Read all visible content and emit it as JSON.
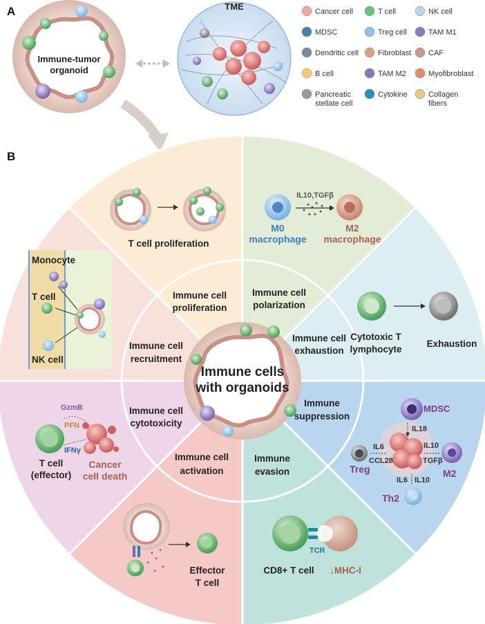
{
  "panel_a": {
    "letter": "A",
    "organoid_label_1": "Immune-tumor",
    "organoid_label_2": "organoid",
    "tme_label": "TME",
    "legend": [
      {
        "label": "Cancer cell",
        "icon": "cancer-cell-icon",
        "color": "#f4a7a3"
      },
      {
        "label": "T cell",
        "icon": "t-cell-icon",
        "color": "#6fbf7b"
      },
      {
        "label": "NK cell",
        "icon": "nk-cell-icon",
        "color": "#b7d4ea"
      },
      {
        "label": "MDSC",
        "icon": "mdsc-icon",
        "color": "#4a7fa6"
      },
      {
        "label": "Treg cell",
        "icon": "treg-cell-icon",
        "color": "#8fc2ea"
      },
      {
        "label": "TAM M1",
        "icon": "tam-m1-icon",
        "color": "#8a7bbd"
      },
      {
        "label": "Dendritic cell",
        "icon": "dendritic-cell-icon",
        "color": "#7a8a96"
      },
      {
        "label": "Fibroblast",
        "icon": "fibroblast-icon",
        "color": "#d9a07a"
      },
      {
        "label": "CAF",
        "icon": "caf-icon",
        "color": "#c99a8c"
      },
      {
        "label": "B cell",
        "icon": "b-cell-icon",
        "color": "#f6c978"
      },
      {
        "label": "TAM M2",
        "icon": "tam-m2-icon",
        "color": "#8779b8"
      },
      {
        "label": "Myofibroblast",
        "icon": "myofibroblast-icon",
        "color": "#e8896a"
      },
      {
        "label": "Pancreatic",
        "label2": "stellate cell",
        "icon": "stellate-cell-icon",
        "color": "#9a9a9a"
      },
      {
        "label": "Cytokine",
        "icon": "cytokine-icon",
        "color": "#2a8fb5"
      },
      {
        "label": "Collagen",
        "label2": "fibers",
        "icon": "collagen-icon",
        "color": "#e8c68a"
      }
    ]
  },
  "panel_b": {
    "letter": "B",
    "center_line1": "Immune cells",
    "center_line2": "with organoids",
    "inner": {
      "proliferation": [
        "Immune cell",
        "proliferation"
      ],
      "polarization": [
        "Immune cell",
        "polarization"
      ],
      "exhaustion": [
        "Immune cell",
        "exhaustion"
      ],
      "suppression": [
        "Immune",
        "suppression"
      ],
      "evasion": [
        "Immune",
        "evasion"
      ],
      "activation": [
        "Immune cell",
        "activation"
      ],
      "cytotoxicity": [
        "Immune cell",
        "cytotoxicity"
      ],
      "recruitment": [
        "Immune cell",
        "recruitment"
      ]
    },
    "outer": {
      "proliferation_caption": "T cell proliferation",
      "polarization_cytokines": "IL10,TGFβ",
      "m0_line1": "M0",
      "m0_line2": "macrophage",
      "m2_line1": "M2",
      "m2_line2": "macrophage",
      "ctl_line1": "Cytotoxic T",
      "ctl_line2": "lymphocyte",
      "exhaustion_caption": "Exhaustion",
      "mdsc": "MDSC",
      "il18": "IL18",
      "il6_top": "IL6",
      "ccl28": "CCL28",
      "il10_right": "IL10",
      "tgfb": "TGFβ",
      "il6_bottom": "IL6",
      "il10_bottom": "IL10",
      "treg": "Treg",
      "m2": "M2",
      "th2": "Th2",
      "cd8": "CD8+ T cell",
      "tcr": "TCR",
      "mhc": "↓MHC-I",
      "effector_line1": "Effector",
      "effector_line2": "T cell",
      "gzmb": "GzmB",
      "pfn": "PFN",
      "ifng": "IFNγ",
      "tcell_effector_1": "T cell",
      "tcell_effector_2": "(effector)",
      "cancer_death_1": "Cancer",
      "cancer_death_2": "cell death",
      "monocyte": "Monocyte",
      "t_cell": "T cell",
      "nk_cell": "NK cell"
    },
    "colors": {
      "proliferation": "#fcebd5",
      "polarization": "#e3ecd6",
      "exhaustion": "#dceef1",
      "suppression": "#b9d6ee",
      "evasion": "#bfe2dc",
      "activation": "#f4c9c6",
      "cytotoxicity": "#eed6e8",
      "recruitment": "#f8e0db"
    }
  }
}
